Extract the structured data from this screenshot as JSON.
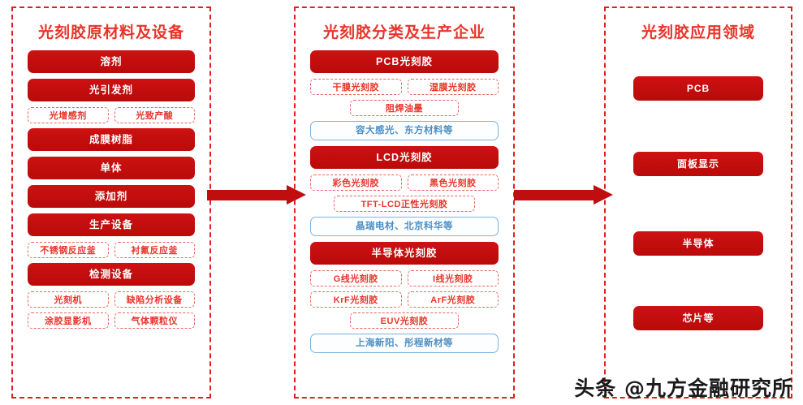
{
  "diagram": {
    "title_color": "#e8342a",
    "solid_box_color": "#c00d0d",
    "dashed_box_color": "#e8635b",
    "company_box_color": "#4d8fc4",
    "arrow_color": "#c00d0d"
  },
  "columns": {
    "raw_materials": {
      "title": "光刻胶原材料及设备",
      "items": [
        {
          "type": "solid",
          "label": "溶剂"
        },
        {
          "type": "solid",
          "label": "光引发剂"
        },
        {
          "type": "pair",
          "labels": [
            "光增感剂",
            "光致产酸"
          ]
        },
        {
          "type": "solid",
          "label": "成膜树脂"
        },
        {
          "type": "solid",
          "label": "单体"
        },
        {
          "type": "solid",
          "label": "添加剂"
        },
        {
          "type": "solid",
          "label": "生产设备"
        },
        {
          "type": "pair",
          "labels": [
            "不锈钢反应釜",
            "衬氟反应釜"
          ]
        },
        {
          "type": "solid",
          "label": "检测设备"
        },
        {
          "type": "pair",
          "labels": [
            "光刻机",
            "缺陷分析设备"
          ]
        },
        {
          "type": "pair",
          "labels": [
            "涂胶显影机",
            "气体颗粒仪"
          ]
        }
      ]
    },
    "classification": {
      "title": "光刻胶分类及生产企业",
      "items": [
        {
          "type": "solid",
          "label": "PCB光刻胶"
        },
        {
          "type": "pair",
          "labels": [
            "干膜光刻胶",
            "湿膜光刻胶"
          ]
        },
        {
          "type": "dashed",
          "label": "阻焊油墨",
          "width": "58%"
        },
        {
          "type": "company",
          "label": "容大感光、东方材料等"
        },
        {
          "type": "solid",
          "label": "LCD光刻胶"
        },
        {
          "type": "pair",
          "labels": [
            "彩色光刻胶",
            "黑色光刻胶"
          ]
        },
        {
          "type": "dashed",
          "label": "TFT-LCD正性光刻胶",
          "width": "75%"
        },
        {
          "type": "company",
          "label": "晶瑞电材、北京科华等"
        },
        {
          "type": "solid",
          "label": "半导体光刻胶"
        },
        {
          "type": "pair",
          "labels": [
            "G线光刻胶",
            "I线光刻胶"
          ]
        },
        {
          "type": "pair",
          "labels": [
            "KrF光刻胶",
            "ArF光刻胶"
          ]
        },
        {
          "type": "dashed",
          "label": "EUV光刻胶",
          "width": "58%"
        },
        {
          "type": "company",
          "label": "上海新阳、彤程新材等"
        }
      ]
    },
    "applications": {
      "title": "光刻胶应用领域",
      "items": [
        {
          "label": "PCB"
        },
        {
          "label": "面板显示"
        },
        {
          "label": "半导体"
        },
        {
          "label": "芯片等"
        }
      ]
    }
  },
  "arrows": [
    {
      "name": "raw-to-class",
      "direction": "right"
    },
    {
      "name": "class-to-apps",
      "direction": "right"
    }
  ],
  "watermark": {
    "text": "头条 @九方金融研究所"
  }
}
